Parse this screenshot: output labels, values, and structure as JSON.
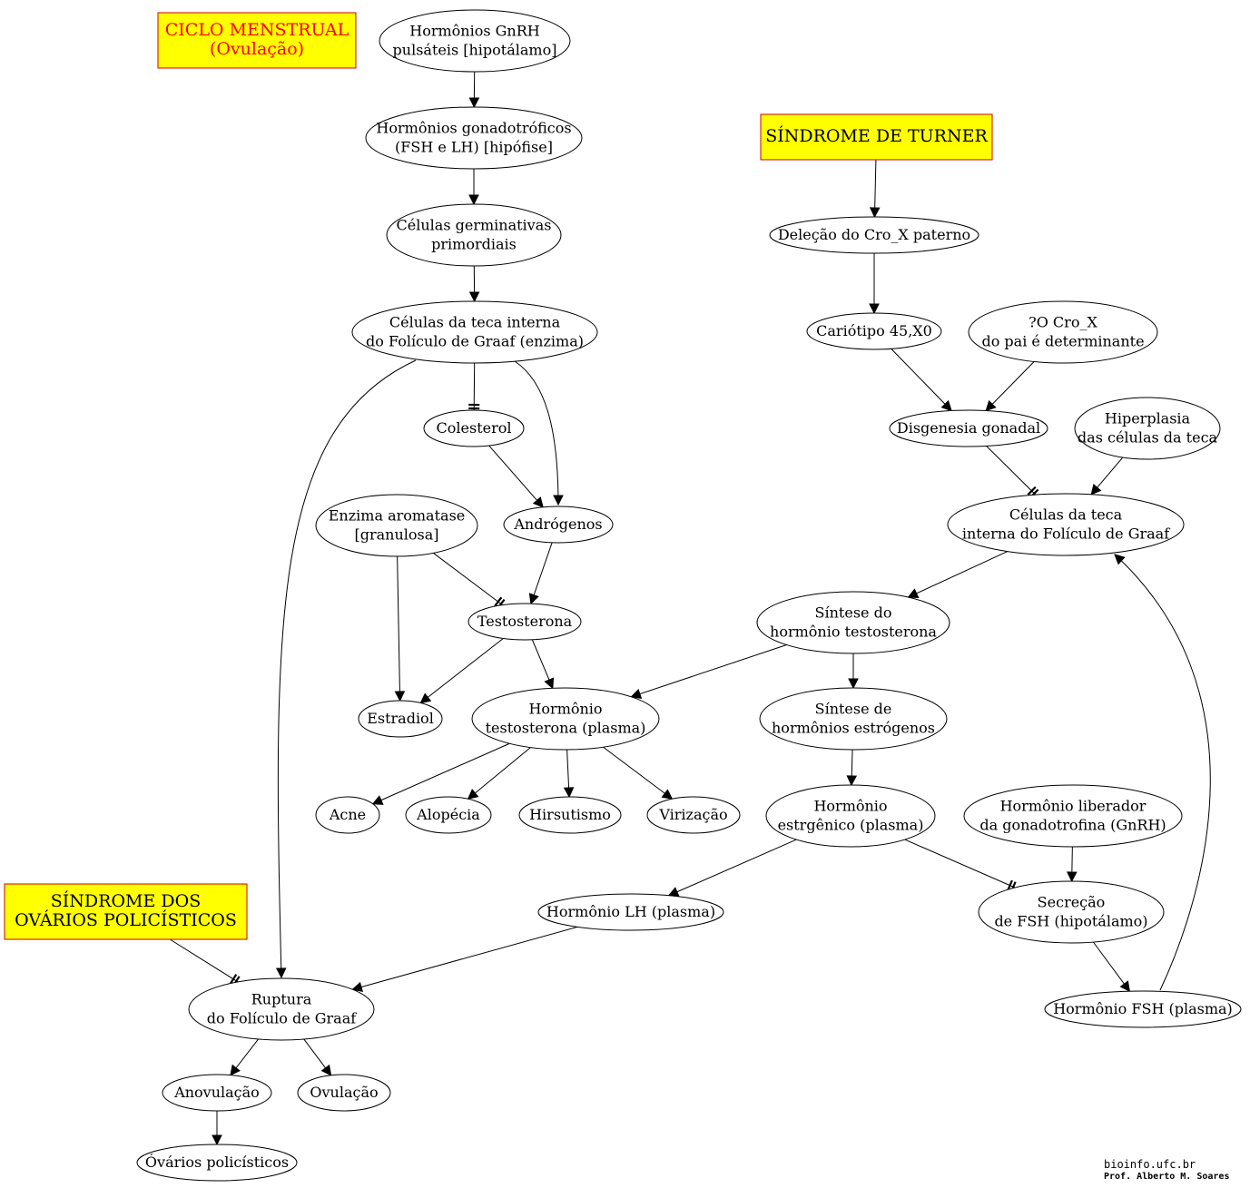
{
  "colors": {
    "box_fill": "#ffff00",
    "box_border": "#cc0000",
    "red_text": "#ff0000",
    "black_text": "#000000"
  },
  "boxes": [
    {
      "id": "ciclo",
      "lines": [
        "CICLO MENSTRUAL",
        "(Ovulação)"
      ],
      "color": "#ff0000"
    },
    {
      "id": "turner",
      "lines": [
        "SÍNDROME DE TURNER"
      ],
      "color": "#000000"
    },
    {
      "id": "sop",
      "lines": [
        "SÍNDROME DOS",
        "OVÁRIOS POLICÍSTICOS"
      ],
      "color": "#000000"
    }
  ],
  "nodes": [
    {
      "id": "gnrh",
      "lines": [
        "Hormônios GnRH",
        "pulsáteis [hipotálamo]"
      ]
    },
    {
      "id": "gonado",
      "lines": [
        "Hormônios gonadotróficos",
        "(FSH e LH) [hipófise]"
      ]
    },
    {
      "id": "germ",
      "lines": [
        "Células germinativas",
        "primordiais"
      ]
    },
    {
      "id": "teca1",
      "lines": [
        "Células da teca interna",
        "do Folículo de Graaf (enzima)"
      ]
    },
    {
      "id": "colest",
      "lines": [
        "Colesterol"
      ]
    },
    {
      "id": "androg",
      "lines": [
        "Andrógenos"
      ]
    },
    {
      "id": "aromat",
      "lines": [
        "Enzima aromatase",
        "[granulosa]"
      ]
    },
    {
      "id": "testo",
      "lines": [
        "Testosterona"
      ]
    },
    {
      "id": "estrad",
      "lines": [
        "Estradiol"
      ]
    },
    {
      "id": "htplasma",
      "lines": [
        "Hormônio",
        "testosterona (plasma)"
      ]
    },
    {
      "id": "acne",
      "lines": [
        "Acne"
      ]
    },
    {
      "id": "alop",
      "lines": [
        "Alopécia"
      ]
    },
    {
      "id": "hirs",
      "lines": [
        "Hirsutismo"
      ]
    },
    {
      "id": "viri",
      "lines": [
        "Virização"
      ]
    },
    {
      "id": "delecao",
      "lines": [
        "Deleção do Cro_X paterno"
      ]
    },
    {
      "id": "cario",
      "lines": [
        "Cariótipo 45,X0"
      ]
    },
    {
      "id": "cropai",
      "lines": [
        "?O Cro_X",
        "do pai é determinante"
      ]
    },
    {
      "id": "disg",
      "lines": [
        "Disgenesia gonadal"
      ]
    },
    {
      "id": "hiper",
      "lines": [
        "Hiperplasia",
        "das células da teca"
      ]
    },
    {
      "id": "teca2",
      "lines": [
        "Células da teca",
        "interna do Folículo de Graaf"
      ]
    },
    {
      "id": "sintesetesto",
      "lines": [
        "Síntese do",
        "hormônio testosterona"
      ]
    },
    {
      "id": "sinteseestro",
      "lines": [
        "Síntese de",
        "hormônios estrógenos"
      ]
    },
    {
      "id": "hestr",
      "lines": [
        "Hormônio",
        "estrgênico (plasma)"
      ]
    },
    {
      "id": "hlib",
      "lines": [
        "Hormônio liberador",
        "da gonadotrofina (GnRH)"
      ]
    },
    {
      "id": "lh",
      "lines": [
        "Hormônio LH (plasma)"
      ]
    },
    {
      "id": "secfsh",
      "lines": [
        "Secreção",
        "de FSH (hipotálamo)"
      ]
    },
    {
      "id": "fsh",
      "lines": [
        "Hormônio FSH (plasma)"
      ]
    },
    {
      "id": "ruptura",
      "lines": [
        "Ruptura",
        "do Folículo de Graaf"
      ]
    },
    {
      "id": "anov",
      "lines": [
        "Anovulação"
      ]
    },
    {
      "id": "ovul",
      "lines": [
        "Ovulação"
      ]
    },
    {
      "id": "ovpol",
      "lines": [
        "Óvários policísticos"
      ]
    }
  ],
  "edges": [
    {
      "from": "gnrh",
      "to": "gonado",
      "type": "arrow"
    },
    {
      "from": "gonado",
      "to": "germ",
      "type": "arrow"
    },
    {
      "from": "germ",
      "to": "teca1",
      "type": "arrow"
    },
    {
      "from": "teca1",
      "to": "colest",
      "type": "inhibit"
    },
    {
      "from": "teca1",
      "to": "androg",
      "type": "arrow"
    },
    {
      "from": "teca1",
      "to": "ruptura",
      "type": "arrow"
    },
    {
      "from": "colest",
      "to": "androg",
      "type": "arrow"
    },
    {
      "from": "androg",
      "to": "testo",
      "type": "arrow"
    },
    {
      "from": "aromat",
      "to": "testo",
      "type": "inhibit"
    },
    {
      "from": "aromat",
      "to": "estrad",
      "type": "arrow"
    },
    {
      "from": "testo",
      "to": "estrad",
      "type": "arrow"
    },
    {
      "from": "testo",
      "to": "htplasma",
      "type": "arrow"
    },
    {
      "from": "htplasma",
      "to": "acne",
      "type": "arrow"
    },
    {
      "from": "htplasma",
      "to": "alop",
      "type": "arrow"
    },
    {
      "from": "htplasma",
      "to": "hirs",
      "type": "arrow"
    },
    {
      "from": "htplasma",
      "to": "viri",
      "type": "arrow"
    },
    {
      "from": "turner",
      "to": "delecao",
      "type": "arrow"
    },
    {
      "from": "delecao",
      "to": "cario",
      "type": "arrow"
    },
    {
      "from": "cario",
      "to": "disg",
      "type": "arrow"
    },
    {
      "from": "cropai",
      "to": "disg",
      "type": "arrow"
    },
    {
      "from": "disg",
      "to": "teca2",
      "type": "inhibit"
    },
    {
      "from": "hiper",
      "to": "teca2",
      "type": "arrow"
    },
    {
      "from": "teca2",
      "to": "sintesetesto",
      "type": "arrow"
    },
    {
      "from": "sintesetesto",
      "to": "htplasma",
      "type": "arrow"
    },
    {
      "from": "sintesetesto",
      "to": "sinteseestro",
      "type": "arrow"
    },
    {
      "from": "sinteseestro",
      "to": "hestr",
      "type": "arrow"
    },
    {
      "from": "hestr",
      "to": "lh",
      "type": "arrow"
    },
    {
      "from": "hestr",
      "to": "secfsh",
      "type": "inhibit"
    },
    {
      "from": "hlib",
      "to": "secfsh",
      "type": "arrow"
    },
    {
      "from": "secfsh",
      "to": "fsh",
      "type": "arrow"
    },
    {
      "from": "fsh",
      "to": "teca2",
      "type": "arrow"
    },
    {
      "from": "lh",
      "to": "ruptura",
      "type": "arrow"
    },
    {
      "from": "sop",
      "to": "ruptura",
      "type": "inhibit"
    },
    {
      "from": "ruptura",
      "to": "anov",
      "type": "arrow"
    },
    {
      "from": "ruptura",
      "to": "ovul",
      "type": "arrow"
    },
    {
      "from": "anov",
      "to": "ovpol",
      "type": "arrow"
    }
  ],
  "credit": {
    "site": "bioinfo.ufc.br",
    "author": "Prof. Alberto M. Soares"
  }
}
